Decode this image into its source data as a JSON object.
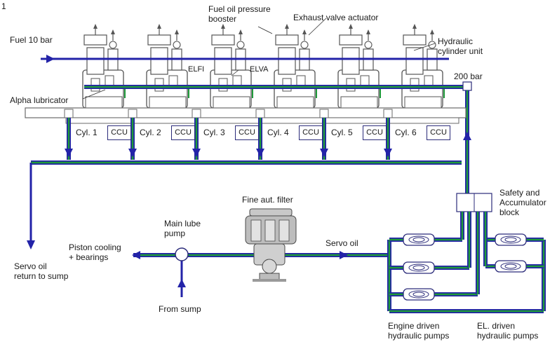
{
  "figure_number": "1",
  "labels": {
    "fuel": "Fuel 10 bar",
    "booster": "Fuel oil pressure\nbooster",
    "exhaust": "Exhaust valve actuator",
    "hcu": "Hydraulic\ncylinder unit",
    "elfi": "ELFI",
    "elva": "ELVA",
    "pressure": "200 bar",
    "alpha": "Alpha lubricator",
    "safety": "Safety and\nAccumulator\nblock",
    "filter": "Fine aut. filter",
    "main_pump": "Main lube\npump",
    "piston": "Piston cooling\n+ bearings",
    "servo_oil": "Servo oil",
    "servo_return": "Servo oil\nreturn to sump",
    "from_sump": "From sump",
    "engine_pumps": "Engine driven\nhydraulic pumps",
    "el_pumps": "EL. driven\nhydraulic pumps"
  },
  "cylinders": [
    {
      "label": "Cyl. 1",
      "ccu": "CCU"
    },
    {
      "label": "Cyl. 2",
      "ccu": "CCU"
    },
    {
      "label": "Cyl. 3",
      "ccu": "CCU"
    },
    {
      "label": "Cyl. 4",
      "ccu": "CCU"
    },
    {
      "label": "Cyl. 5",
      "ccu": "CCU"
    },
    {
      "label": "Cyl. 6",
      "ccu": "CCU"
    }
  ],
  "colors": {
    "fuel_line": "#2323a8",
    "servo_line": "#1f9a3a",
    "equipment": "#6a6a6a"
  }
}
